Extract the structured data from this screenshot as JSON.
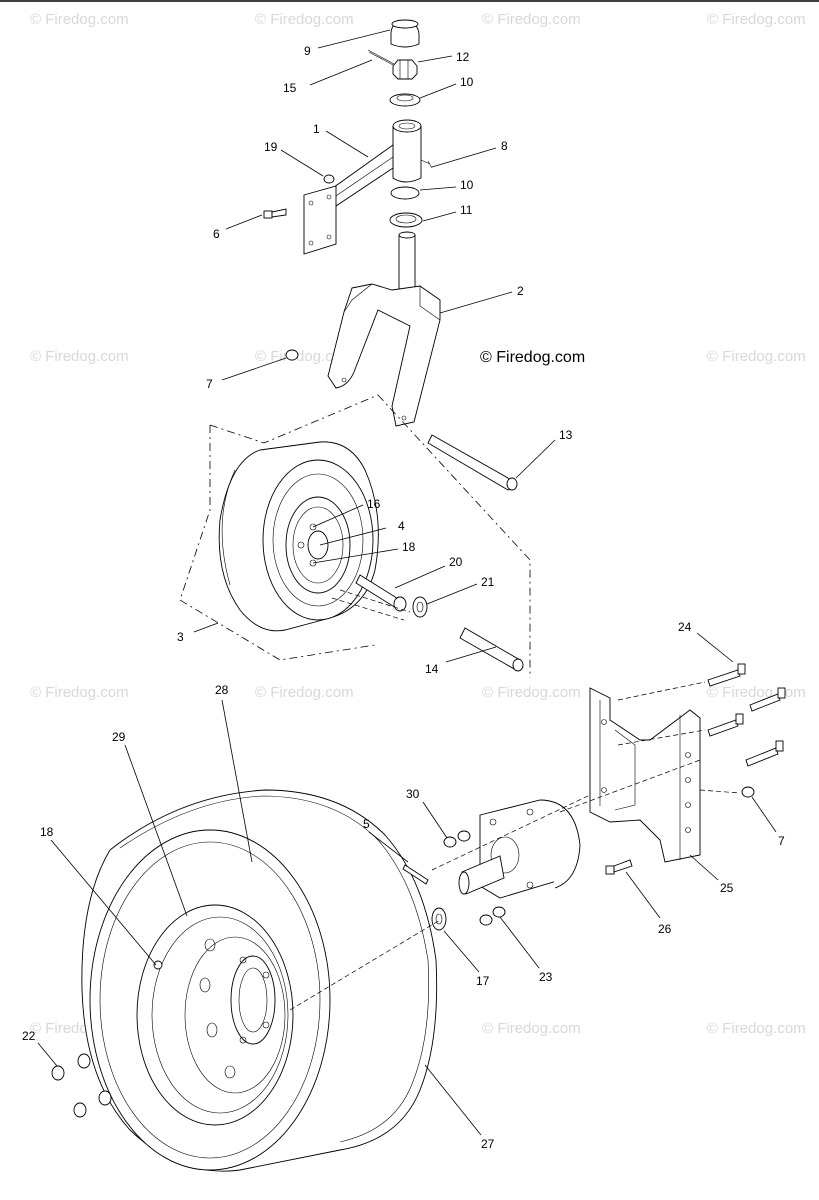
{
  "watermarks": {
    "text": "© Firedog.com"
  },
  "copyright": "© Firedog.com",
  "callouts": {
    "c9": "9",
    "c12": "12",
    "c15": "15",
    "c10a": "10",
    "c1": "1",
    "c19": "19",
    "c8": "8",
    "c10b": "10",
    "c6": "6",
    "c11": "11",
    "c2": "2",
    "c7a": "7",
    "c13": "13",
    "c16": "16",
    "c4": "4",
    "c18a": "18",
    "c20": "20",
    "c21": "21",
    "c3": "3",
    "c14": "14",
    "c24": "24",
    "c28": "28",
    "c29": "29",
    "c30": "30",
    "c5": "5",
    "c7b": "7",
    "c18b": "18",
    "c25": "25",
    "c26": "26",
    "c17": "17",
    "c23": "23",
    "c22": "22",
    "c27": "27"
  }
}
